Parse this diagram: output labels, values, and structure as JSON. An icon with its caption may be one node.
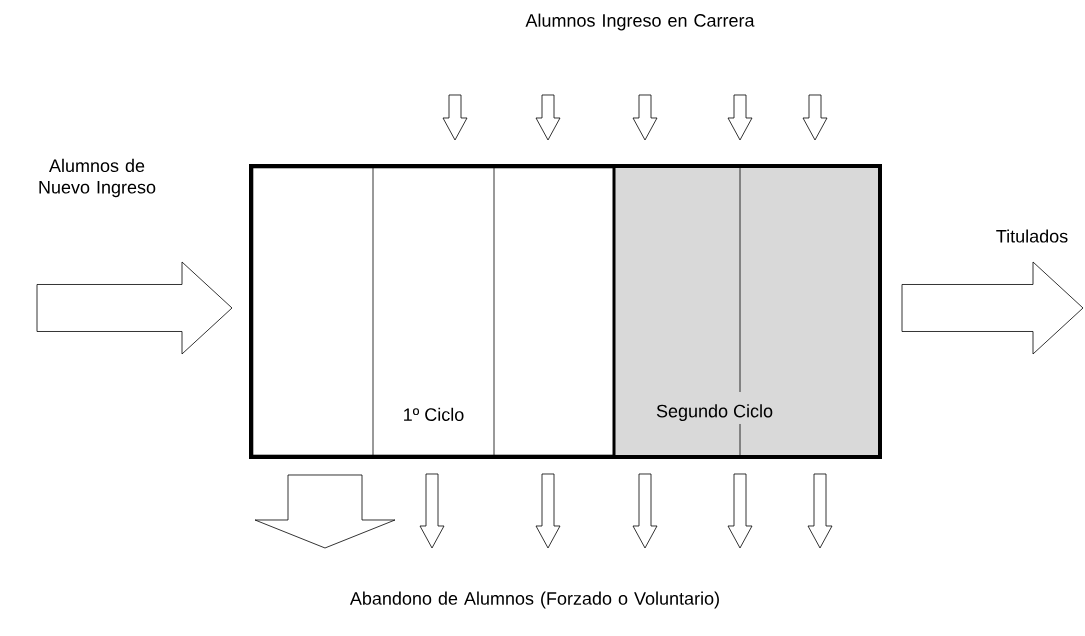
{
  "diagram": {
    "nodes": [
      {
        "text": [],
        "shape": "box"
      },
      {
        "text": [
          "1º Ciclo"
        ],
        "in": 0
      },
      {
        "text": [
          "Segundo Ciclo"
        ],
        "in": 0
      }
    ],
    "edges": [
      {
        "from": null,
        "to": 0,
        "arrow": "to"
      },
      {
        "from": 0,
        "to": null,
        "arrow": "to"
      },
      {
        "from": null,
        "to": 1,
        "arrow": "to"
      },
      {
        "from": null,
        "to": 1,
        "arrow": "to"
      },
      {
        "from": null,
        "to": 2,
        "arrow": "to"
      },
      {
        "from": null,
        "to": 2,
        "arrow": "to"
      },
      {
        "from": null,
        "to": 2,
        "arrow": "to"
      },
      {
        "from": 1,
        "to": null,
        "arrow": "to"
      },
      {
        "from": 1,
        "to": null,
        "arrow": "to"
      },
      {
        "from": 1,
        "to": null,
        "arrow": "to"
      },
      {
        "from": 2,
        "to": null,
        "arrow": "to"
      },
      {
        "from": 2,
        "to": null,
        "arrow": "to"
      },
      {
        "from": 2,
        "to": null,
        "arrow": "to"
      }
    ],
    "labels": [
      "Alumnos Ingreso en Carrera",
      "Alumnos de Nuevo Ingreso",
      "Titulados",
      "Abandono de Alumnos (Forzado o Voluntario)"
    ]
  }
}
